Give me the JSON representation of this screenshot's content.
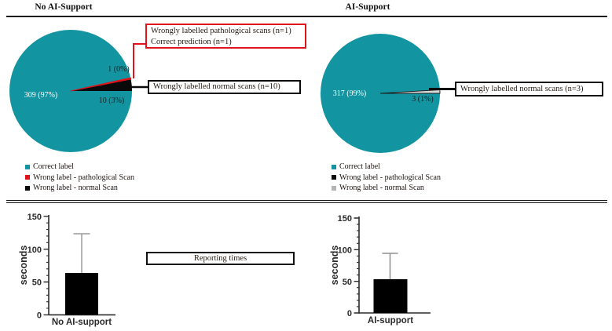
{
  "header": {
    "left_title": "No AI-Support",
    "right_title": "AI-Support"
  },
  "colors": {
    "teal": "#1295A0",
    "red": "#E0131B",
    "black": "#0A0A0A",
    "gray": "#B4B4B4",
    "whisker_gray_left": "#A8A8A8",
    "whisker_gray_right": "#8F8F8F"
  },
  "pies": {
    "left": {
      "label_main": "309 (97%)",
      "label_red": "1 (0%)",
      "label_black": "10 (3%)",
      "callout_red_line1": "Wrongly labelled pathological scans (n=1)",
      "callout_red_line2": "Correct prediction (n=1)",
      "callout_black": "Wrongly labelled normal scans (n=10)",
      "legend": [
        {
          "label": "Correct label",
          "color": "#1295A0"
        },
        {
          "label": "Wrong label - pathological Scan",
          "color": "#E0131B"
        },
        {
          "label": "Wrong label - normal Scan",
          "color": "#0A0A0A"
        }
      ]
    },
    "right": {
      "label_main": "317 (99%)",
      "label_gray": "3 (1%)",
      "callout_black": "Wrongly labelled normal scans (n=3)",
      "legend": [
        {
          "label": "Correct label",
          "color": "#1295A0"
        },
        {
          "label": "Wrong label - pathological Scan",
          "color": "#0A0A0A"
        },
        {
          "label": "Wrong label - normal Scan",
          "color": "#B4B4B4"
        }
      ]
    }
  },
  "bars": {
    "box_label": "Reporting times",
    "left": {
      "ylabel": "seconds",
      "xlabel": "No AI-support",
      "ticks": [
        "150",
        "100",
        "50",
        "0"
      ]
    },
    "right": {
      "ylabel": "seconds",
      "xlabel": "AI-support",
      "ticks": [
        "150",
        "100",
        "50",
        "0"
      ]
    }
  },
  "chart_data": [
    {
      "type": "pie",
      "title": "No AI-Support",
      "slices": [
        {
          "label": "Correct label",
          "n": 309,
          "pct": 97,
          "display": "309 (97%)",
          "color": "#1295A0"
        },
        {
          "label": "Wrong label - pathological Scan",
          "n": 1,
          "pct": 0,
          "display": "1 (0%)",
          "color": "#E0131B"
        },
        {
          "label": "Wrong label - normal Scan",
          "n": 10,
          "pct": 3,
          "display": "10 (3%)",
          "color": "#0A0A0A"
        }
      ],
      "annotations": [
        "Wrongly labelled pathological scans (n=1)",
        "Correct prediction (n=1)",
        "Wrongly labelled normal scans (n=10)"
      ],
      "legend_position": "bottom-left"
    },
    {
      "type": "pie",
      "title": "AI-Support",
      "slices": [
        {
          "label": "Correct label",
          "n": 317,
          "pct": 99,
          "display": "317 (99%)",
          "color": "#1295A0"
        },
        {
          "label": "Wrong label - pathological Scan",
          "n": 0,
          "pct": 0,
          "display": "",
          "color": "#0A0A0A"
        },
        {
          "label": "Wrong label - normal Scan",
          "n": 3,
          "pct": 1,
          "display": "3 (1%)",
          "color": "#B4B4B4"
        }
      ],
      "annotations": [
        "Wrongly labelled normal scans (n=3)"
      ],
      "legend_position": "bottom-left"
    },
    {
      "type": "bar",
      "title": "Reporting times",
      "categories": [
        "No AI-support"
      ],
      "values": [
        65
      ],
      "error_high": [
        125
      ],
      "xlabel": "",
      "ylabel": "seconds",
      "ylim": [
        0,
        150
      ],
      "yticks": [
        0,
        50,
        100,
        150
      ],
      "bar_color": "#000000",
      "grid": false
    },
    {
      "type": "bar",
      "title": "Reporting times",
      "categories": [
        "AI-support"
      ],
      "values": [
        55
      ],
      "error_high": [
        95
      ],
      "xlabel": "",
      "ylabel": "seconds",
      "ylim": [
        0,
        150
      ],
      "yticks": [
        0,
        50,
        100,
        150
      ],
      "bar_color": "#000000",
      "grid": false
    }
  ]
}
